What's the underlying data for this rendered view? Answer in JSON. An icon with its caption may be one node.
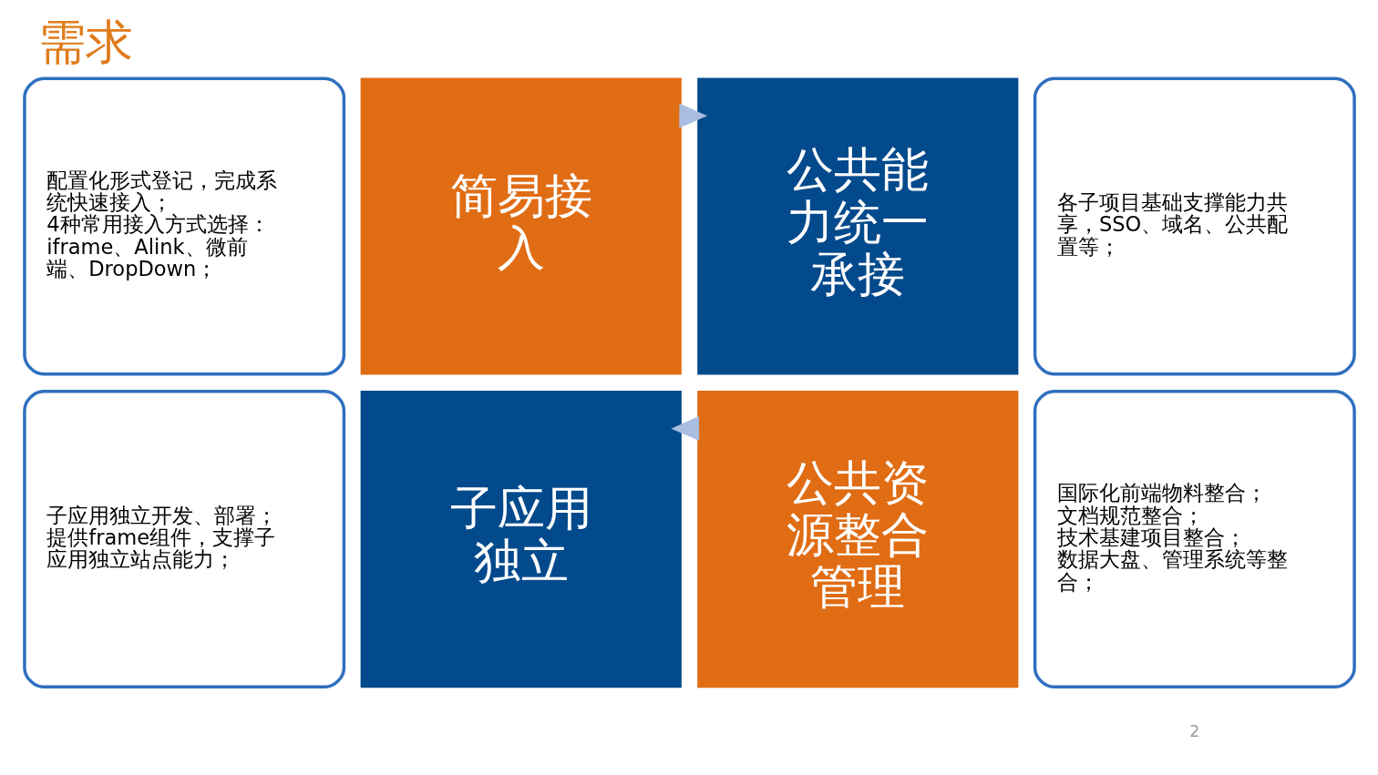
{
  "diagram": {
    "title": "需求",
    "nodes": [
      {
        "text": [
          "简易接入"
        ]
      },
      {
        "text": [
          "公共能力统一承接"
        ]
      },
      {
        "text": [
          "子应用独立"
        ]
      },
      {
        "text": [
          "公共资源整合管理"
        ]
      },
      {
        "text": [
          "配置化形式登记，完成系统快速接入；",
          "4种常用接入方式选择：iframe、Alink、微前端、DropDown；"
        ]
      },
      {
        "text": [
          "各子项目基础支撑能力共享，SSO、域名、公共配置等；"
        ]
      },
      {
        "text": [
          "子应用独立开发、部署；",
          "提供frame组件，支撑子应用独立站点能力；"
        ]
      },
      {
        "text": [
          "国际化前端物料整合；",
          "文档规范整合；",
          "技术基建项目整合；",
          "数据大盘、管理系统等整合；"
        ]
      }
    ],
    "edges": [
      {
        "from": 0,
        "to": 1,
        "arrow": "to"
      },
      {
        "from": 3,
        "to": 2,
        "arrow": "to"
      }
    ],
    "labels": [
      "2"
    ]
  }
}
